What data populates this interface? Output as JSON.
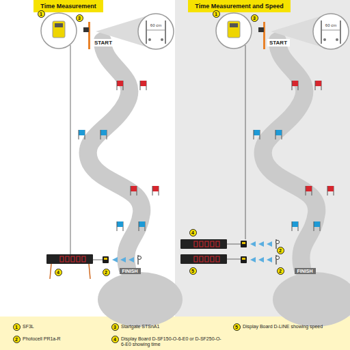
{
  "diagram": {
    "nodes": [
      {
        "text": [
          "Time Measurement"
        ]
      },
      {
        "text": [
          "Time Measurement and Speed"
        ]
      },
      {
        "text": [
          "START"
        ]
      },
      {
        "text": [
          "FINISH"
        ]
      },
      {
        "text": [
          "START"
        ]
      },
      {
        "text": [
          "FINISH"
        ]
      }
    ],
    "labels": [
      "1",
      "3",
      "60 cm",
      "4",
      "2",
      "1",
      "3",
      "60 cm",
      "4",
      "2",
      "5",
      "2",
      "1",
      "2",
      "3",
      "4",
      "5"
    ],
    "legend": [
      {
        "text": "SF3L"
      },
      {
        "text": "Photocell PR1a-R"
      },
      {
        "text": "Startgate STSnA1"
      },
      {
        "text": "Display Board D-SF150-O-6-E0 or D-SF250-O-6-E0 showing time"
      },
      {
        "text": "Display Board D-LINE showing speed"
      }
    ]
  }
}
